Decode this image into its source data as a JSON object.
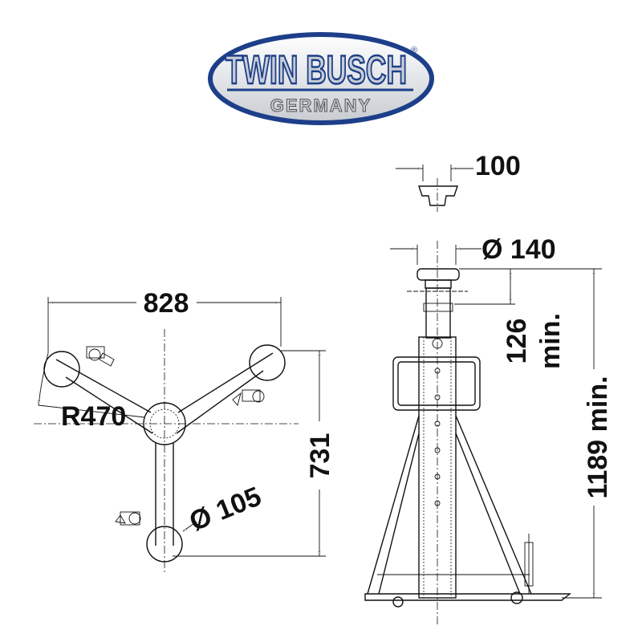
{
  "logo": {
    "brand": "TWIN BUSCH",
    "registered": "®",
    "subtitle": "GERMANY",
    "colors": {
      "blue": "#1d3f8a",
      "silver": "#c9ced6"
    }
  },
  "dimensions": {
    "saddle_width": "100",
    "saddle_diameter": "Ø 140",
    "stroke_min_value": "126",
    "stroke_min_label": "min.",
    "height_min": "1189 min.",
    "base_width": "828",
    "base_radius": "R470",
    "base_depth": "731",
    "pad_diameter": "Ø 105"
  }
}
